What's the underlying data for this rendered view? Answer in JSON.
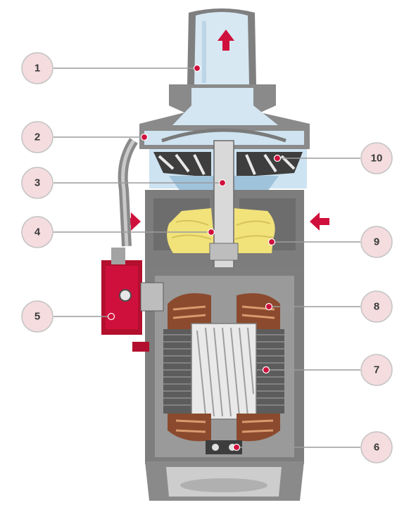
{
  "callouts": [
    {
      "label": "1"
    },
    {
      "label": "2"
    },
    {
      "label": "3"
    },
    {
      "label": "4"
    },
    {
      "label": "5"
    },
    {
      "label": "6"
    },
    {
      "label": "7"
    },
    {
      "label": "8"
    },
    {
      "label": "9"
    },
    {
      "label": "10"
    }
  ],
  "colors": {
    "metal": "#8c8c8c",
    "metal_dark": "#5f5f5f",
    "water": "#cde3f1",
    "oil": "#f1e27a",
    "accent_red": "#d0103c",
    "callout_fill": "#f4dcdf",
    "winding_copper": "#a65a3a"
  }
}
